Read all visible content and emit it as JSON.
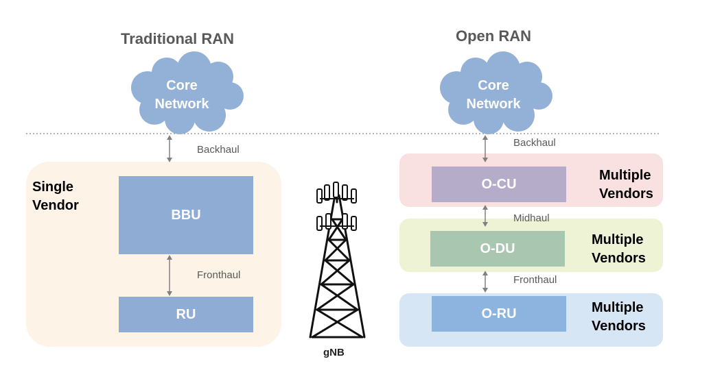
{
  "traditional": {
    "title": "Traditional RAN",
    "core_network": [
      "Core",
      "Network"
    ],
    "backhaul": "Backhaul",
    "vendor": [
      "Single",
      "Vendor"
    ],
    "bbu": "BBU",
    "fronthaul": "Fronthaul",
    "ru": "RU"
  },
  "open": {
    "title": "Open RAN",
    "core_network": [
      "Core",
      "Network"
    ],
    "backhaul": "Backhaul",
    "midhaul": "Midhaul",
    "fronthaul": "Fronthaul",
    "ocu": "O-CU",
    "odu": "O-DU",
    "oru": "O-RU",
    "vendors_cu": [
      "Multiple",
      "Vendors"
    ],
    "vendors_du": [
      "Multiple",
      "Vendors"
    ],
    "vendors_ru": [
      "Multiple",
      "Vendors"
    ]
  },
  "tower": {
    "label": "gNB"
  },
  "colors": {
    "box_blue": "#8eacd4",
    "cloud": "#93b0d6",
    "single_vendor_bg": "#fdf3e6",
    "cu_band": "#f9e0e1",
    "du_band": "#eff3d6",
    "ru_band": "#d6e6f5",
    "ocu_box": "#b4acc8",
    "odu_box": "#a9c6b1",
    "oru_box": "#8db4df"
  }
}
